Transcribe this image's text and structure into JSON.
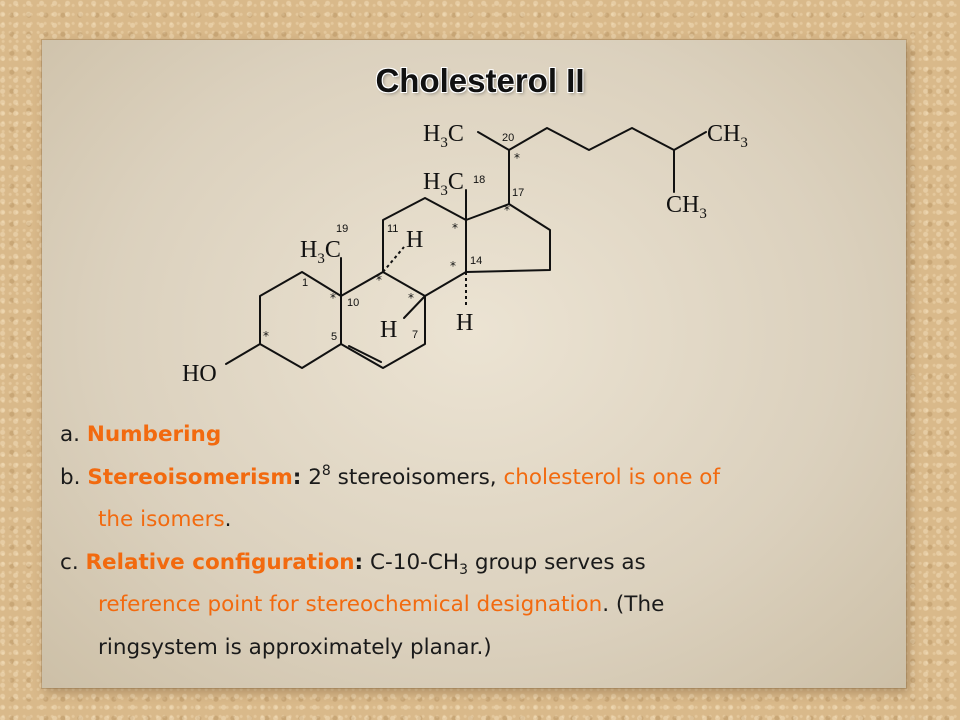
{
  "slide": {
    "title": "Cholesterol II",
    "items": [
      {
        "marker": "a.",
        "term": "Numbering"
      },
      {
        "marker": "b.",
        "term": "Stereoisomerism",
        "colon": ":",
        "text_base": "2",
        "text_sup": "8",
        "text_rest": " stereoisomers, ",
        "highlight": "cholesterol is one of",
        "highlight_cont": "the isomers",
        "end": "."
      },
      {
        "marker": "c.",
        "term": "Relative configuration",
        "colon": ":",
        "text_a": " C-10-CH",
        "text_sub": "3",
        "text_b": " group serves as",
        "highlight": "reference point for stereochemical designation",
        "text_c": ". (The",
        "line3": "ringsystem is approximately planar.)"
      }
    ]
  },
  "molecule": {
    "groups": {
      "ho": "HO",
      "h3c_top": "H",
      "h3c_18": "H",
      "h3c_19": "H",
      "ch3_right": "CH",
      "ch3_down": "CH",
      "h_11": "H",
      "h_8": "H",
      "h_14": "H",
      "sub3": "3",
      "c": "C"
    },
    "numbers": [
      "20",
      "18",
      "17",
      "19",
      "11",
      "14",
      "1",
      "10",
      "5",
      "7"
    ],
    "stars": [
      "*",
      "*",
      "*",
      "*",
      "*",
      "*",
      "*",
      "*"
    ]
  },
  "colors": {
    "highlight": "#f26a0f",
    "text": "#1a1a1a"
  }
}
